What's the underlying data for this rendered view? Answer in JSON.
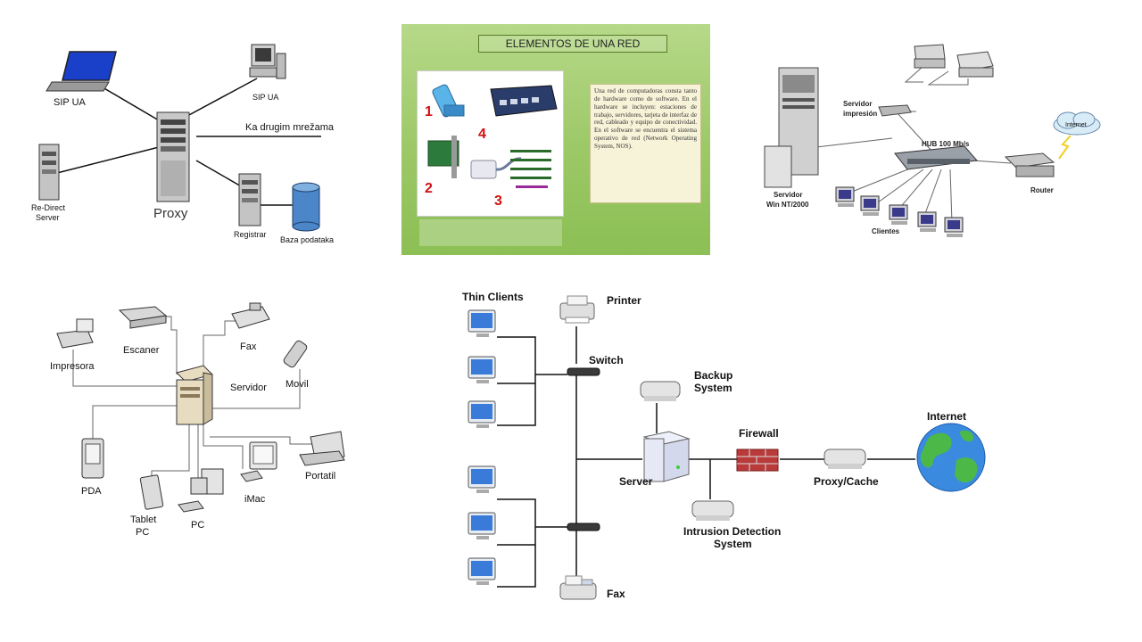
{
  "sip": {
    "sip_ua_laptop": "SIP UA",
    "sip_ua_pc": "SIP UA",
    "other_networks": "Ka drugim mrežama",
    "redirect_server": [
      "Re-Direct",
      "Server"
    ],
    "proxy": "Proxy",
    "registrar": "Registrar",
    "database": "Baza podataka"
  },
  "slide": {
    "title": "ELEMENTOS DE UNA RED",
    "text": "Una red de computadoras consta tanto de hardware como de software. En el hardware se incluyen: estaciones de trabajo, servidores, tarjeta de interfaz de red, cableado y equipo de conectividad. En el software se encuentra el sistema operativo de red (Network Operating System, NOS).",
    "numbers": [
      "1",
      "2",
      "3",
      "4"
    ]
  },
  "hub": {
    "print_server": [
      "Servidor",
      "impresión"
    ],
    "hub": "HUB 100 Mb/s",
    "internet": "Internet",
    "server": [
      "Servidor",
      "Win NT/2000"
    ],
    "router": "Router",
    "clients": "Clientes"
  },
  "star": {
    "scanner": "Escaner",
    "fax": "Fax",
    "printer": "Impresora",
    "server": "Servidor",
    "mobile": "Movil",
    "pda": "PDA",
    "laptop": "Portatil",
    "tablet": [
      "Tablet",
      "PC"
    ],
    "pc": "PC",
    "imac": "iMac"
  },
  "network": {
    "thin_clients": "Thin Clients",
    "printer": "Printer",
    "switch": "Switch",
    "backup": [
      "Backup",
      "System"
    ],
    "firewall": "Firewall",
    "internet": "Internet",
    "server": "Server",
    "proxy": "Proxy/Cache",
    "ids": [
      "Intrusion Detection",
      "System"
    ],
    "fax": "Fax"
  }
}
